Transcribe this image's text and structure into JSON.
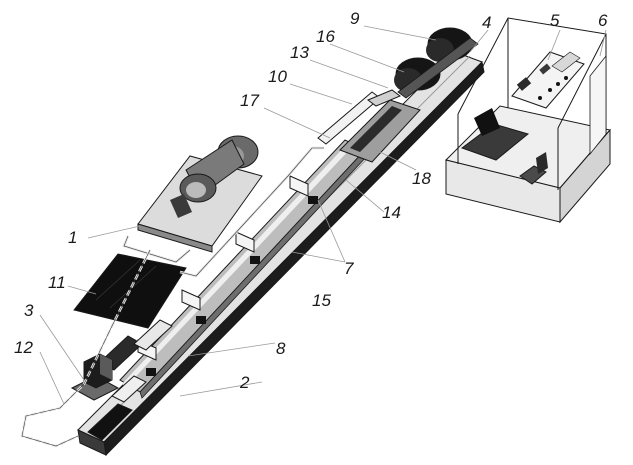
{
  "colors": {
    "background": "#ffffff",
    "outline": "#1a1a1a",
    "dark": "#121212",
    "rail_light": "#d9d9d9",
    "rail_mid": "#a8a8a8",
    "panel_bg": "#f2f2f2",
    "label_text": "#1a1a1a"
  },
  "callouts": {
    "c1": "1",
    "c2": "2",
    "c3": "3",
    "c4": "4",
    "c5": "5",
    "c6": "6",
    "c7": "7",
    "c8": "8",
    "c9": "9",
    "c10": "10",
    "c11": "11",
    "c12": "12",
    "c13": "13",
    "c14": "14",
    "c15": "15",
    "c16": "16",
    "c17": "17",
    "c18": "18"
  }
}
